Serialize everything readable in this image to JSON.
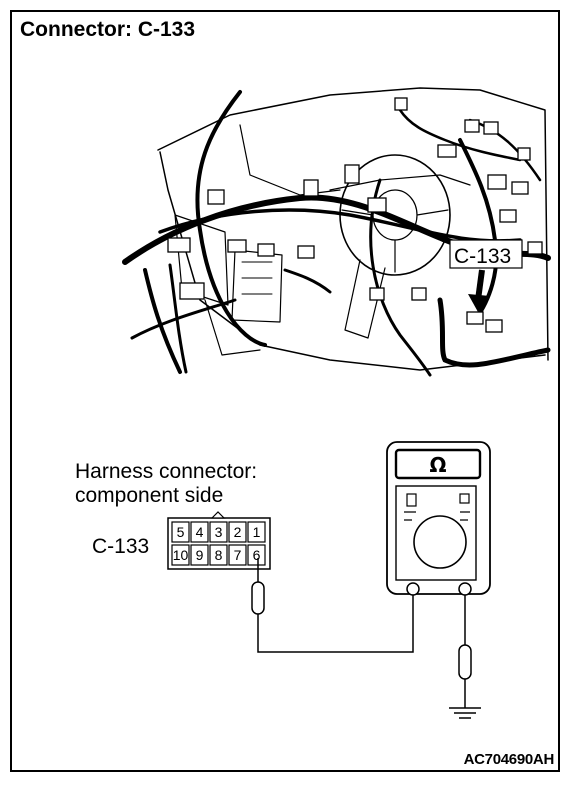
{
  "title": "Connector: C-133",
  "callout": "C-133",
  "harness_label_line1": "Harness connector:",
  "harness_label_line2": "component side",
  "connector_label": "C-133",
  "pins_top": [
    "5",
    "4",
    "3",
    "2",
    "1"
  ],
  "pins_bottom": [
    "10",
    "9",
    "8",
    "7",
    "6"
  ],
  "meter_symbol": "Ω",
  "figure_code": "AC704690AH"
}
